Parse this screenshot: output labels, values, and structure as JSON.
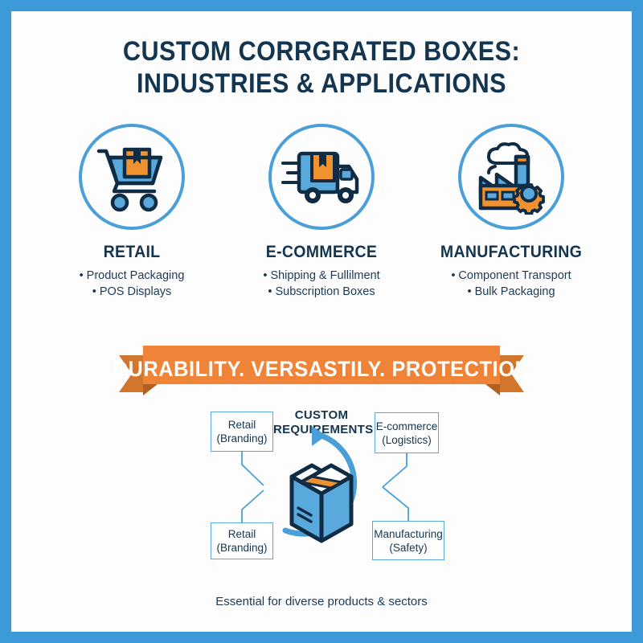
{
  "frame": {
    "border_color": "#3d9ad9",
    "canvas_color": "#fdfdfd"
  },
  "title": {
    "line1": "CUSTOM CORRGRATED BOXES:",
    "line2": "INDUSTRIES & APPLICATIONS",
    "color": "#143550"
  },
  "columns": [
    {
      "icon": "shopping-cart-icon",
      "title": "RETAIL",
      "bullets": [
        "• Product Packaging",
        "• POS Displays"
      ]
    },
    {
      "icon": "delivery-truck-icon",
      "title": "E-COMMERCE",
      "bullets": [
        "• Shipping & Fullilment",
        "• Subscription Boxes"
      ]
    },
    {
      "icon": "factory-gear-icon",
      "title": "MANUFACTURING",
      "bullets": [
        "• Component Transport",
        "• Bulk Packaging"
      ]
    }
  ],
  "ribbon": {
    "text": "DURABILITY. VERSASTILY. PROTECTION",
    "band_color": "#ef8337",
    "tail_color": "#d2762e",
    "fold_color": "#b25f22",
    "text_color": "#ffffff"
  },
  "diagram": {
    "center_heading_line1": "CUSTOM",
    "center_heading_line2": "REQUIREMENTS",
    "center_icon": "open-box-icon",
    "cycle_arrow_color": "#4a9fd8",
    "nodes": [
      {
        "id": "top-left",
        "line1": "Retail",
        "line2": "(Branding)"
      },
      {
        "id": "top-right",
        "line1": "E-commerce",
        "line2": "(Logistics)"
      },
      {
        "id": "bottom-left",
        "line1": "Retail",
        "line2": "(Branding)"
      },
      {
        "id": "bottom-right",
        "line1": "Manufacturing",
        "line2": "(Safety)"
      }
    ]
  },
  "footer": {
    "text": "Essential for diverse products & sectors"
  },
  "palette": {
    "navy": "#143550",
    "blue": "#4a9fd8",
    "box_blue": "#5aa9dd",
    "orange": "#f0922f",
    "white": "#ffffff"
  }
}
